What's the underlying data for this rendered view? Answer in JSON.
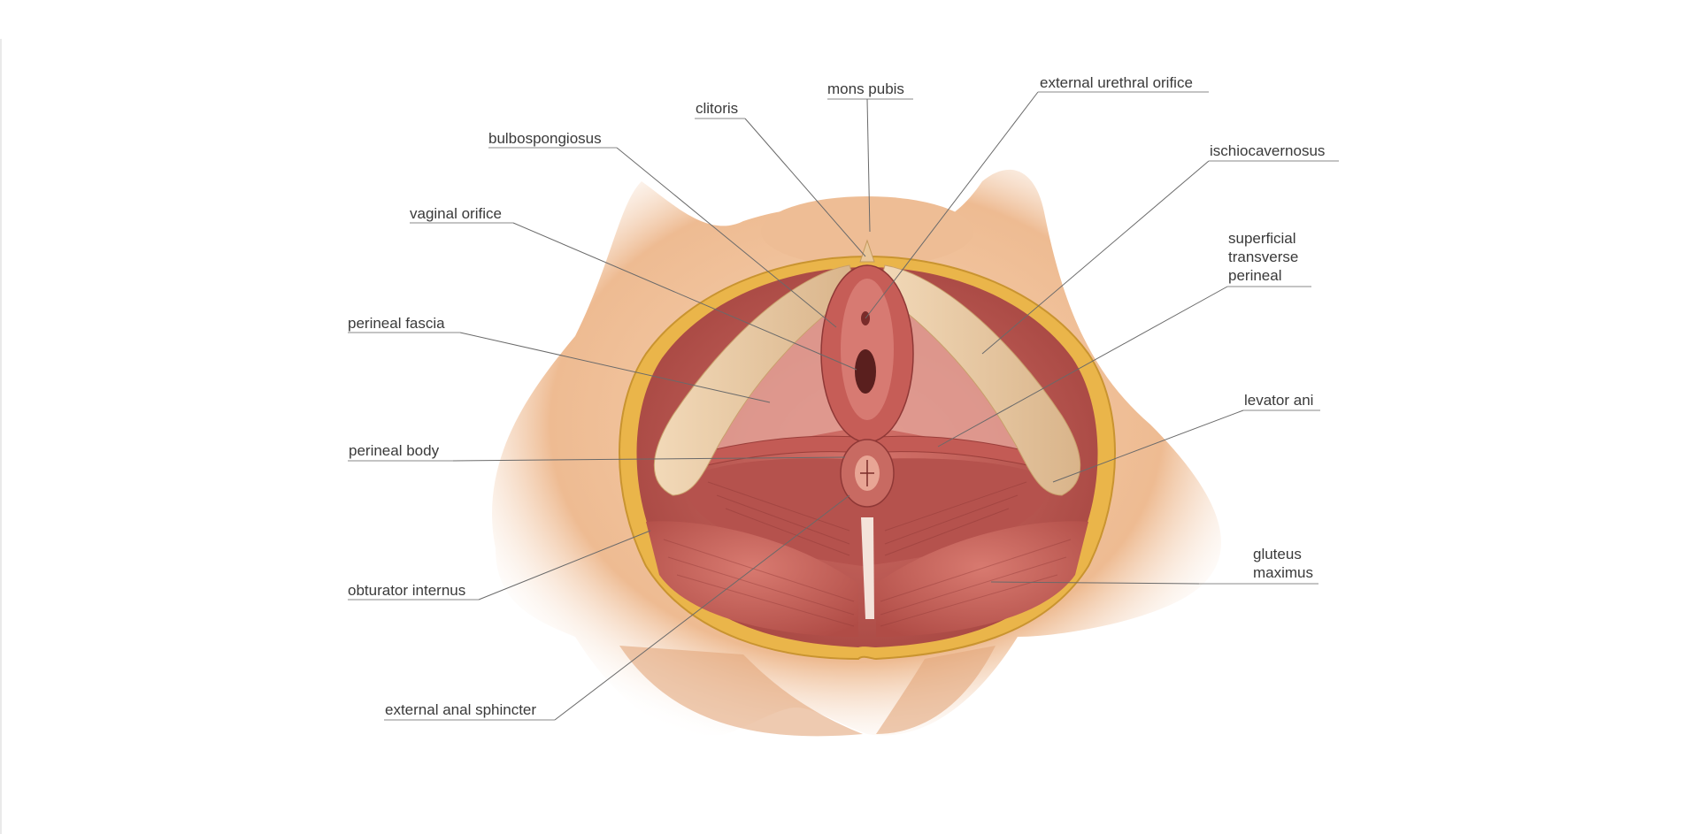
{
  "diagram": {
    "labels": {
      "mons_pubis": "mons pubis",
      "clitoris": "clitoris",
      "external_urethral_orifice": "external urethral orifice",
      "bulbospongiosus": "bulbospongiosus",
      "ischiocavernosus": "ischiocavernosus",
      "vaginal_orifice": "vaginal orifice",
      "superficial_transverse_perineal": [
        "superficial",
        "transverse",
        "perineal"
      ],
      "perineal_fascia": "perineal fascia",
      "levator_ani": "levator ani",
      "perineal_body": "perineal body",
      "gluteus_maximus": [
        "gluteus",
        "maximus"
      ],
      "obturator_internus": "obturator internus",
      "external_anal_sphincter": "external anal sphincter"
    },
    "colors": {
      "skin": "#f2c6a0",
      "skin_shadow": "#c98a5e",
      "fat_border": "#e4b040",
      "muscle": "#c8605a",
      "muscle_dark": "#8f3836",
      "muscle_light": "#e09488"
    }
  }
}
